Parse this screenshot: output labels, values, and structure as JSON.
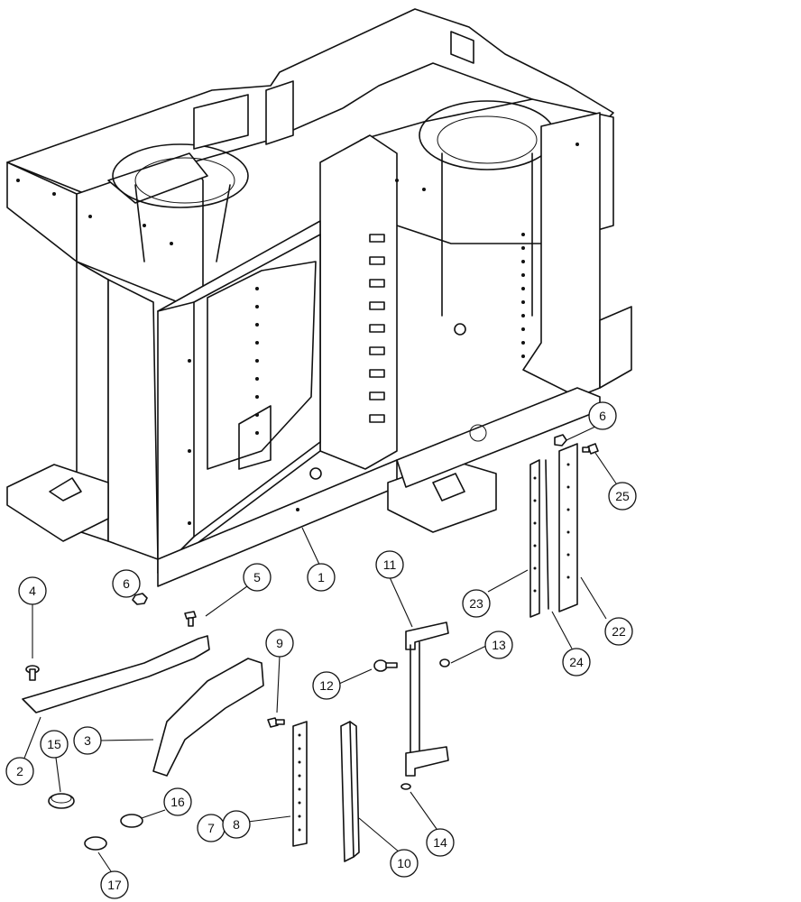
{
  "callouts": [
    {
      "id": "c1",
      "label": "1"
    },
    {
      "id": "c2",
      "label": "2"
    },
    {
      "id": "c3",
      "label": "3"
    },
    {
      "id": "c4",
      "label": "4"
    },
    {
      "id": "c5",
      "label": "5"
    },
    {
      "id": "c6a",
      "label": "6"
    },
    {
      "id": "c6b",
      "label": "6"
    },
    {
      "id": "c7",
      "label": "7"
    },
    {
      "id": "c8",
      "label": "8"
    },
    {
      "id": "c9",
      "label": "9"
    },
    {
      "id": "c10",
      "label": "10"
    },
    {
      "id": "c11",
      "label": "11"
    },
    {
      "id": "c12",
      "label": "12"
    },
    {
      "id": "c13",
      "label": "13"
    },
    {
      "id": "c14",
      "label": "14"
    },
    {
      "id": "c15",
      "label": "15"
    },
    {
      "id": "c16",
      "label": "16"
    },
    {
      "id": "c17",
      "label": "17"
    },
    {
      "id": "c22",
      "label": "22"
    },
    {
      "id": "c23",
      "label": "23"
    },
    {
      "id": "c24",
      "label": "24"
    },
    {
      "id": "c25",
      "label": "25"
    }
  ]
}
